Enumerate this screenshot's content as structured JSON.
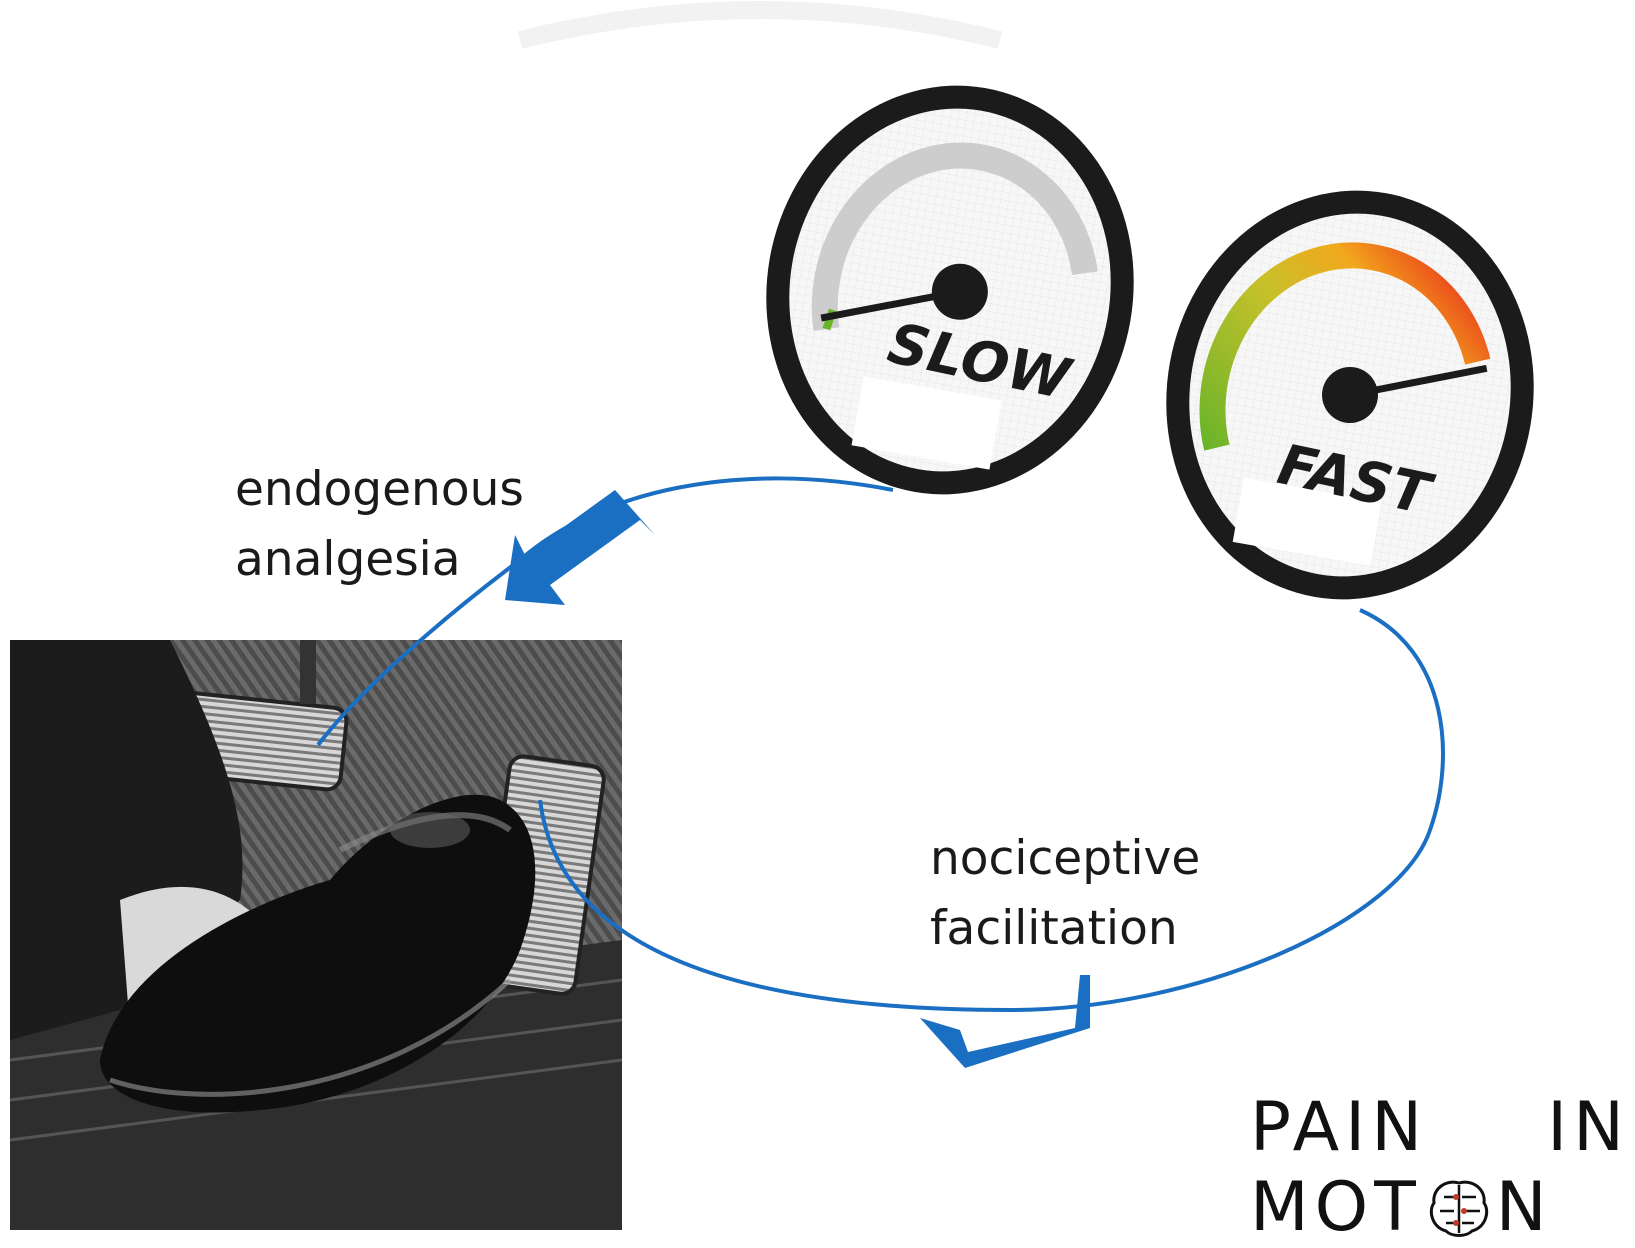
{
  "gauges": [
    {
      "name": "slow-gauge",
      "label": "SLOW",
      "level": 0.02
    },
    {
      "name": "fast-gauge",
      "label": "FAST",
      "level": 0.97
    }
  ],
  "flows": {
    "analgesia": {
      "line1": "endogenous",
      "line2": "analgesia"
    },
    "facilitation": {
      "line1": "nociceptive",
      "line2": "facilitation"
    }
  },
  "logo": {
    "line1_left": "PAIN",
    "line1_right": "IN",
    "line2_left": "MOT",
    "line2_right": "N"
  },
  "colors": {
    "arrow": "#1b6fc2",
    "gauge_low": "#6ab42a",
    "gauge_mid": "#f2a81d",
    "gauge_high": "#e8201b",
    "gauge_rim": "#1b1b1b"
  }
}
